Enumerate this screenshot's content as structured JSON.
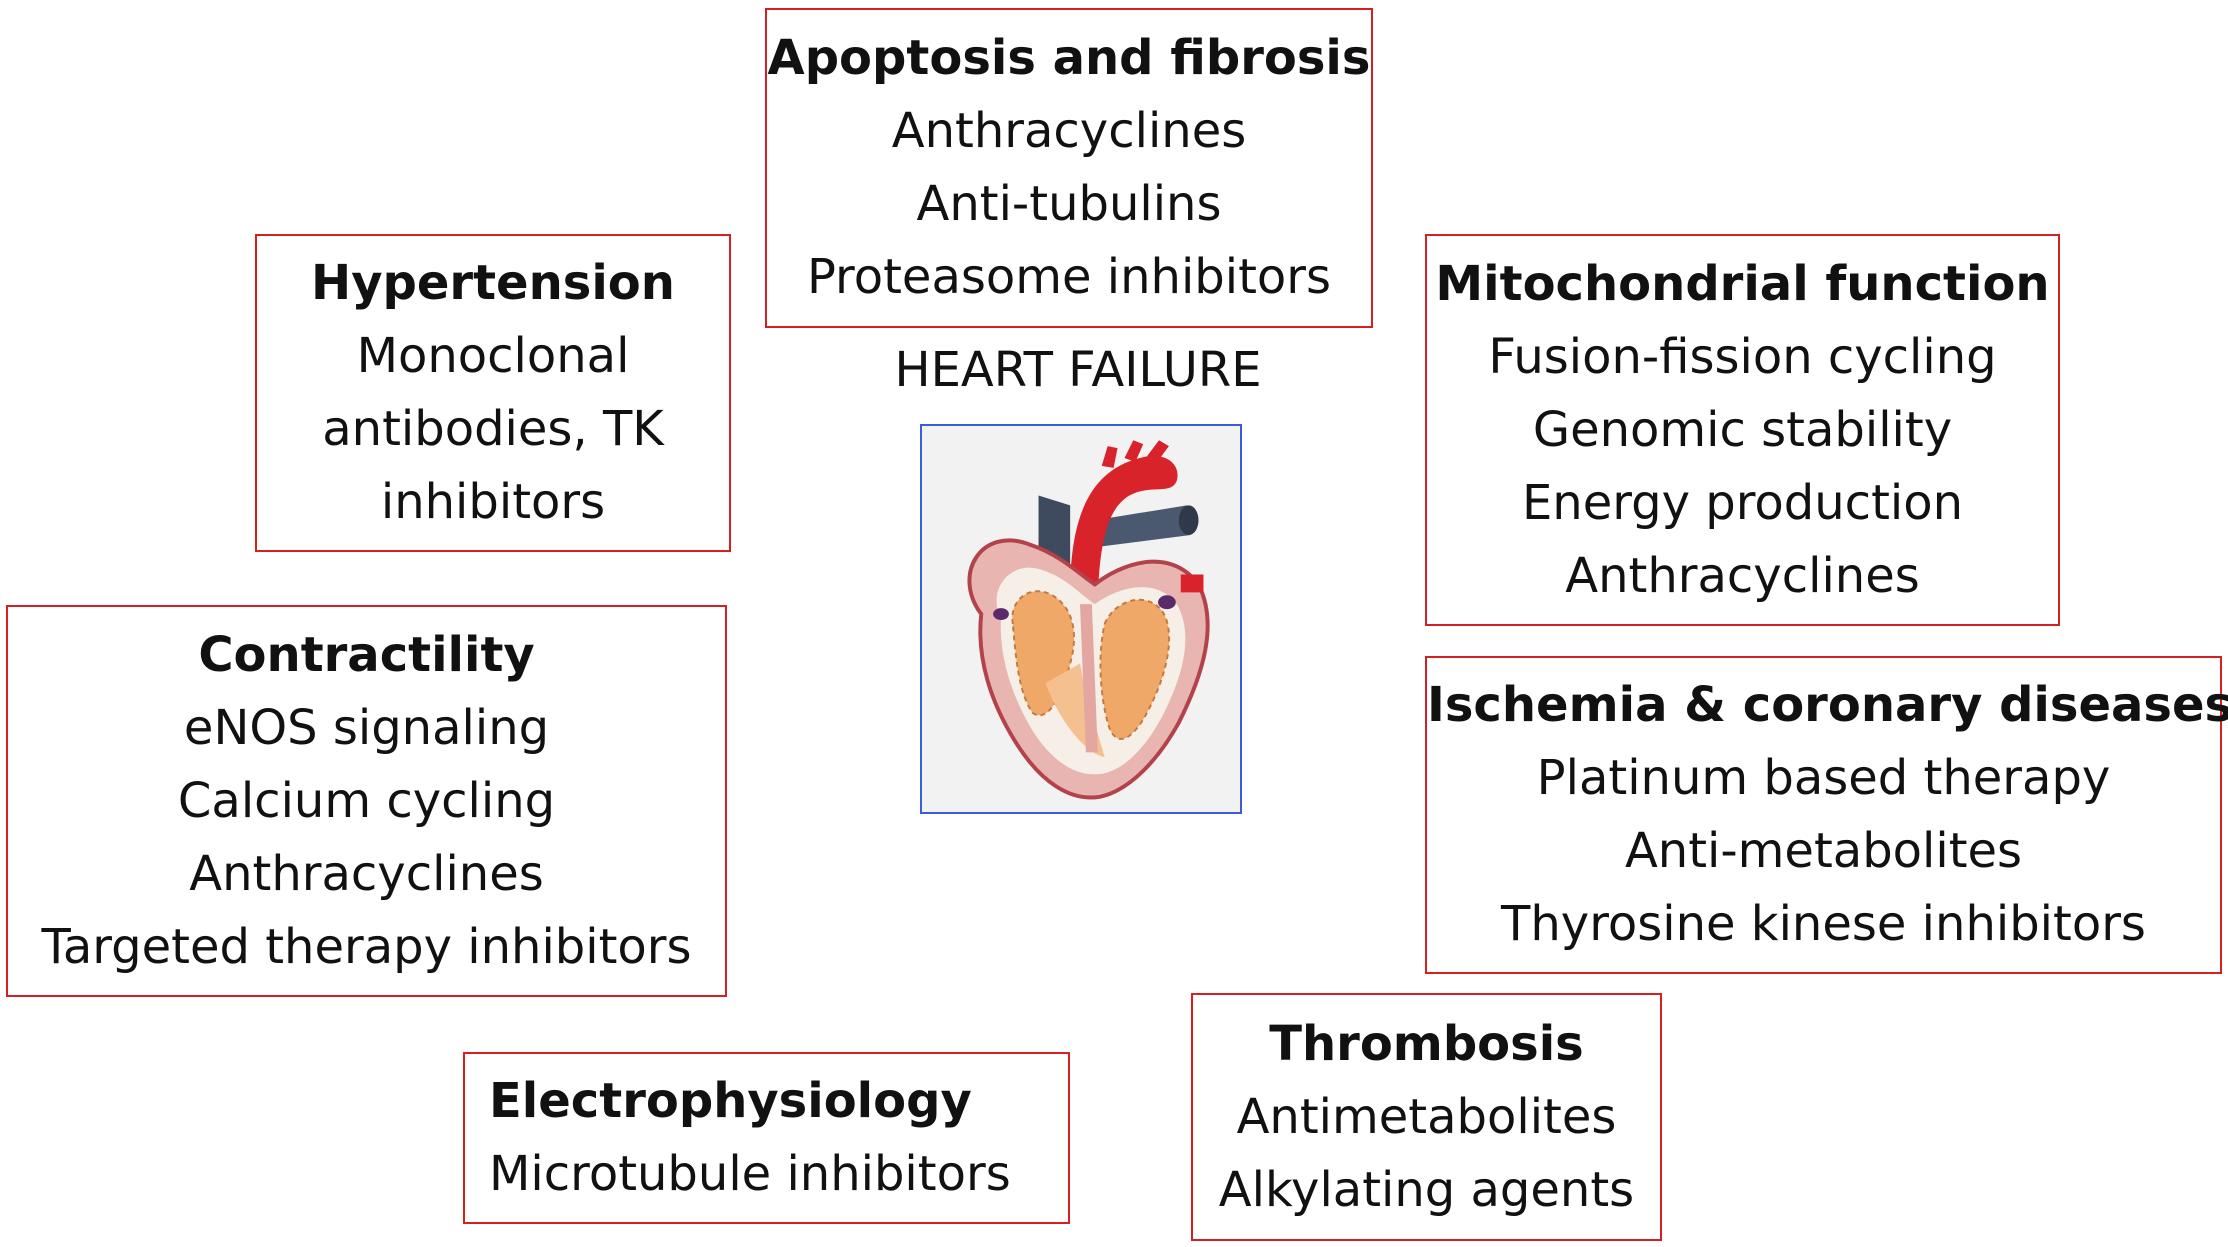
{
  "center": {
    "label": "HEART FAILURE"
  },
  "boxes": {
    "apoptosis": {
      "title": "Apoptosis and fibrosis",
      "items": [
        "Anthracyclines",
        "Anti-tubulins",
        "Proteasome inhibitors"
      ]
    },
    "hypertension": {
      "title": "Hypertension",
      "items": [
        "Monoclonal",
        "antibodies, TK",
        "inhibitors"
      ]
    },
    "mitochondrial": {
      "title": "Mitochondrial function",
      "items": [
        "Fusion-fission cycling",
        "Genomic stability",
        "Energy production",
        "Anthracyclines"
      ]
    },
    "contractility": {
      "title": "Contractility",
      "items": [
        "eNOS signaling",
        "Calcium cycling",
        "Anthracyclines",
        "Targeted therapy inhibitors"
      ]
    },
    "ischemia": {
      "title": "Ischemia & coronary diseases",
      "items": [
        "Platinum based therapy",
        "Anti-metabolites",
        "Thyrosine kinese inhibitors"
      ]
    },
    "electrophysiology": {
      "title": "Electrophysiology",
      "items": [
        "Microtubule inhibitors"
      ]
    },
    "thrombosis": {
      "title": "Thrombosis",
      "items": [
        "Antimetabolites",
        "Alkylating agents"
      ]
    }
  },
  "colors": {
    "box_border": "#d42020",
    "image_border": "#3b5bd8"
  },
  "icons": {
    "heart": "heart-anatomy-illustration"
  }
}
